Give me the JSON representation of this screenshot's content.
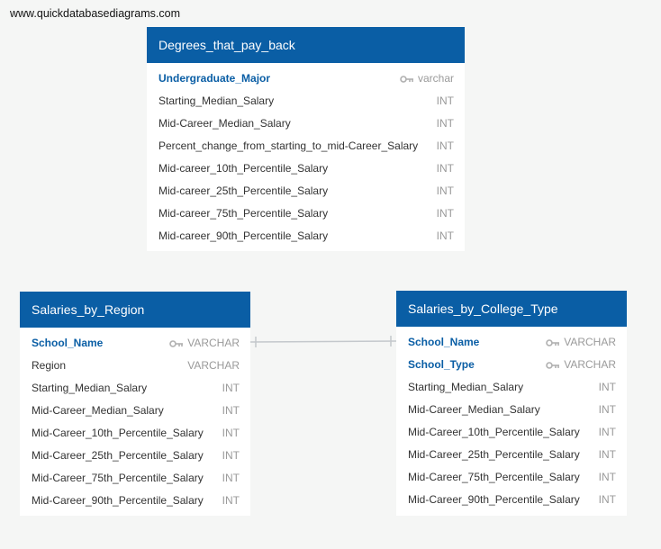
{
  "watermark": "www.quickdatabasediagrams.com",
  "tables": {
    "degrees": {
      "title": "Degrees_that_pay_back",
      "columns": [
        {
          "name": "Undergraduate_Major",
          "type": "varchar",
          "pk": true
        },
        {
          "name": "Starting_Median_Salary",
          "type": "INT",
          "pk": false
        },
        {
          "name": "Mid-Career_Median_Salary",
          "type": "INT",
          "pk": false
        },
        {
          "name": "Percent_change_from_starting_to_mid-Career_Salary",
          "type": "INT",
          "pk": false
        },
        {
          "name": "Mid-career_10th_Percentile_Salary",
          "type": "INT",
          "pk": false
        },
        {
          "name": "Mid-career_25th_Percentile_Salary",
          "type": "INT",
          "pk": false
        },
        {
          "name": "Mid-career_75th_Percentile_Salary",
          "type": "INT",
          "pk": false
        },
        {
          "name": "Mid-career_90th_Percentile_Salary",
          "type": "INT",
          "pk": false
        }
      ]
    },
    "region": {
      "title": "Salaries_by_Region",
      "columns": [
        {
          "name": "School_Name",
          "type": "VARCHAR",
          "pk": true
        },
        {
          "name": "Region",
          "type": "VARCHAR",
          "pk": false
        },
        {
          "name": "Starting_Median_Salary",
          "type": "INT",
          "pk": false
        },
        {
          "name": "Mid-Career_Median_Salary",
          "type": "INT",
          "pk": false
        },
        {
          "name": "Mid-Career_10th_Percentile_Salary",
          "type": "INT",
          "pk": false
        },
        {
          "name": "Mid-Career_25th_Percentile_Salary",
          "type": "INT",
          "pk": false
        },
        {
          "name": "Mid-Career_75th_Percentile_Salary",
          "type": "INT",
          "pk": false
        },
        {
          "name": "Mid-Career_90th_Percentile_Salary",
          "type": "INT",
          "pk": false
        }
      ]
    },
    "college": {
      "title": "Salaries_by_College_Type",
      "columns": [
        {
          "name": "School_Name",
          "type": "VARCHAR",
          "pk": true
        },
        {
          "name": "School_Type",
          "type": "VARCHAR",
          "pk": true
        },
        {
          "name": "Starting_Median_Salary",
          "type": "INT",
          "pk": false
        },
        {
          "name": "Mid-Career_Median_Salary",
          "type": "INT",
          "pk": false
        },
        {
          "name": "Mid-Career_10th_Percentile_Salary",
          "type": "INT",
          "pk": false
        },
        {
          "name": "Mid-Career_25th_Percentile_Salary",
          "type": "INT",
          "pk": false
        },
        {
          "name": "Mid-Career_75th_Percentile_Salary",
          "type": "INT",
          "pk": false
        },
        {
          "name": "Mid-Career_90th_Percentile_Salary",
          "type": "INT",
          "pk": false
        }
      ]
    }
  },
  "relationships": [
    {
      "from": "region.School_Name",
      "to": "college.School_Name",
      "cardinality": "one-to-one"
    }
  ],
  "colors": {
    "header": "#0a5ea5",
    "primary_key": "#0a5ea5",
    "type_text": "#9a9a9a",
    "connector": "#c4c8cc"
  }
}
